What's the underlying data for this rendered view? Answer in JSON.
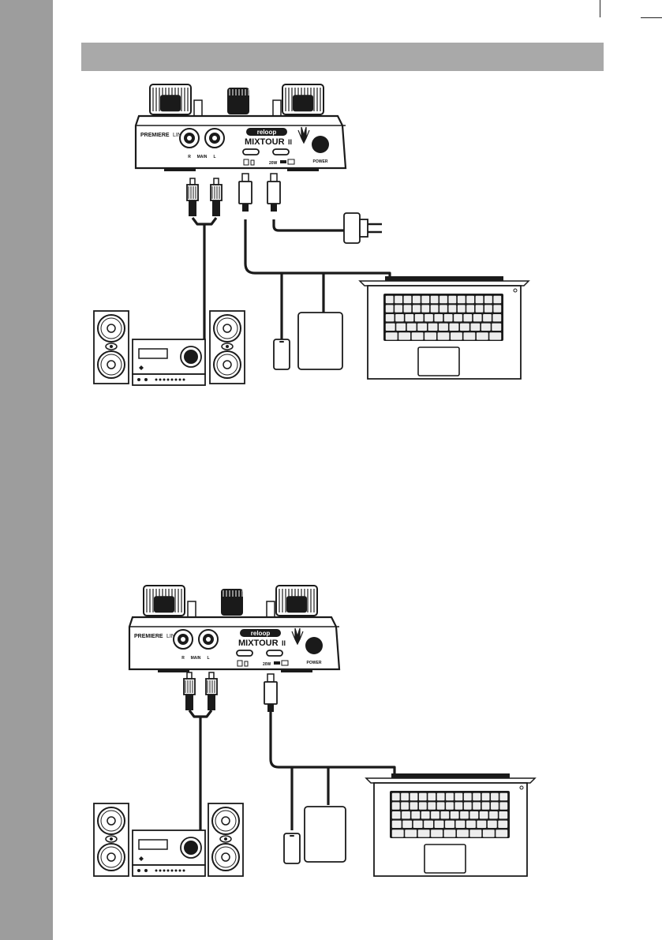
{
  "page": {
    "section_title": "",
    "colors": {
      "sidebar": "#9d9d9d",
      "section_bar": "#a9a9a9",
      "line": "#1a1a1a"
    }
  },
  "diagrams": [
    {
      "id": "setup-with-power",
      "controller": {
        "brand_prefix": "PREMIERE",
        "brand_suffix": "LINE",
        "logo": "reloop",
        "model_text": "MIXTOUR",
        "model_mark": "II",
        "jack_labels": {
          "right": "R",
          "main": "MAIN",
          "left": "L"
        },
        "usb_label_device": "📱/▯",
        "usb_label_power": "20W",
        "power_label": "POWER"
      },
      "devices": [
        "rca-cable",
        "usb-cable-device",
        "usb-cable-power",
        "power-adapter",
        "smartphone",
        "tablet",
        "laptop",
        "stereo-system-with-speakers"
      ]
    },
    {
      "id": "setup-without-power",
      "controller": {
        "brand_prefix": "PREMIERE",
        "brand_suffix": "LINE",
        "logo": "reloop",
        "model_text": "MIXTOUR",
        "model_mark": "II",
        "jack_labels": {
          "right": "R",
          "main": "MAIN",
          "left": "L"
        },
        "usb_label_device": "📱/▯",
        "usb_label_power": "20W",
        "power_label": "POWER"
      },
      "devices": [
        "rca-cable",
        "usb-cable-device",
        "smartphone",
        "tablet",
        "laptop",
        "stereo-system-with-speakers"
      ]
    }
  ]
}
